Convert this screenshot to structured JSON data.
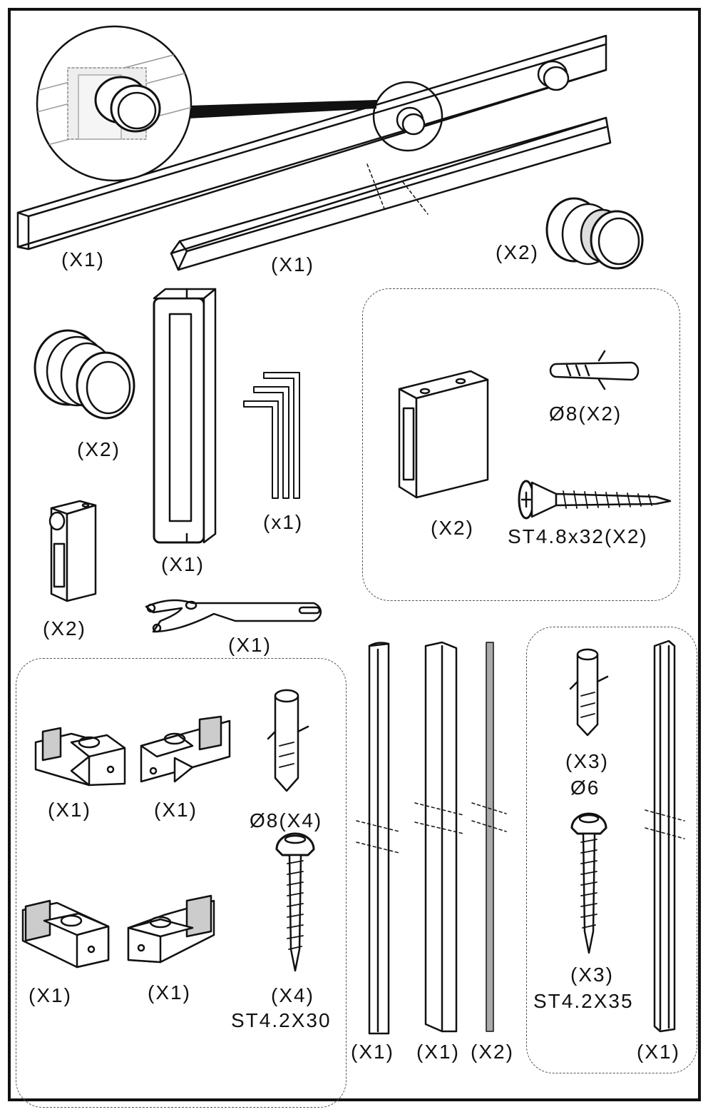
{
  "labels": {
    "long_rail": "(X1)",
    "guide_rail": "(X1)",
    "roller_top": "(X2)",
    "roller_left": "(X2)",
    "handle": "(X1)",
    "hex_keys": "(x1)",
    "wall_bracket": "(X2)",
    "anchor_8": "Ø8(X2)",
    "screw_48": "ST4.8x32(X2)",
    "stopper": "(X2)",
    "wrench": "(X1)",
    "clip_1": "(X1)",
    "clip_2": "(X1)",
    "clip_3": "(X1)",
    "clip_4": "(X1)",
    "anchor_8x4": "Ø8(X4)",
    "screw_30_count": "(X4)",
    "screw_30": "ST4.2X30",
    "profile_a": "(X1)",
    "profile_b": "(X1)",
    "seal_strip": "(X2)",
    "anchor_6_count": "(X3)",
    "anchor_6": "Ø6",
    "screw_35_count": "(X3)",
    "screw_35": "ST4.2X35",
    "channel": "(X1)"
  },
  "colors": {
    "line": "#111111",
    "accent_gray": "#b0b0b0",
    "background": "#ffffff"
  }
}
